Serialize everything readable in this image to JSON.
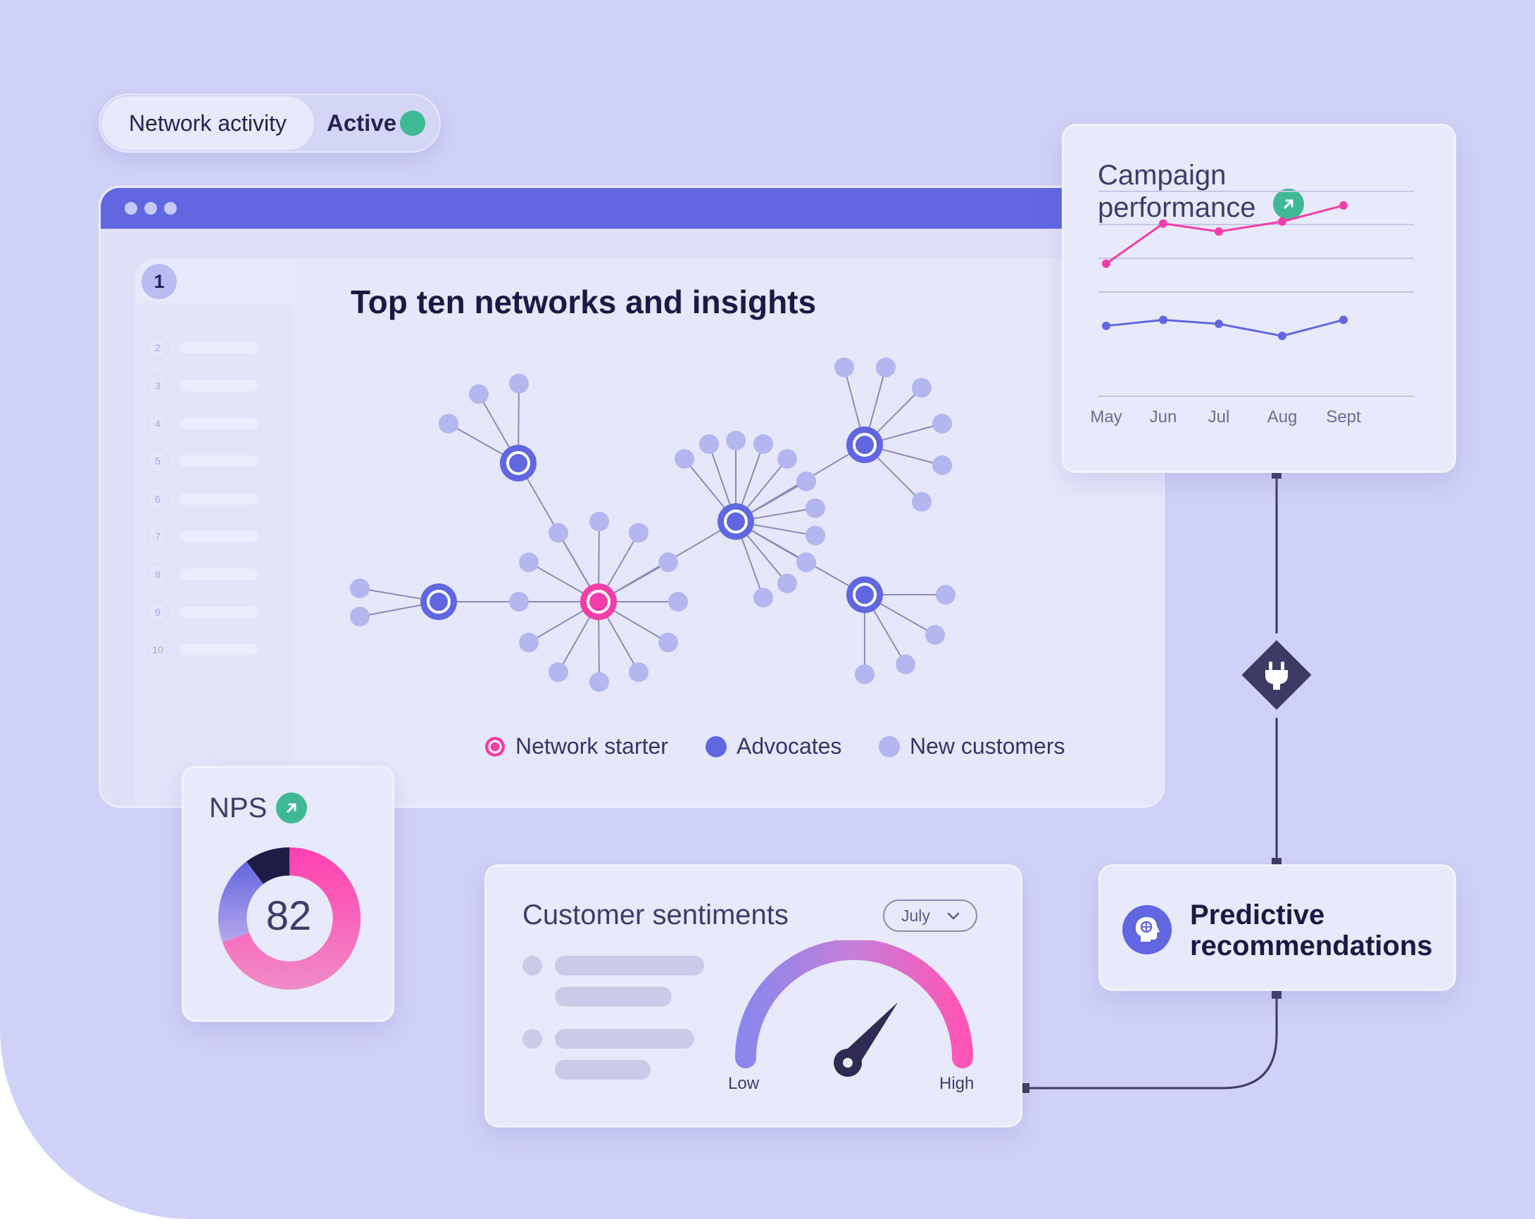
{
  "status_pill": {
    "label": "Network activity",
    "state": "Active",
    "state_color": "#3fba95"
  },
  "window": {
    "title": "Top ten networks and insights",
    "sidebar_items": [
      "1",
      "2",
      "3",
      "4",
      "5",
      "6",
      "7",
      "8",
      "9",
      "10"
    ],
    "legend": [
      {
        "label": "Network starter",
        "color": "#f23ea8"
      },
      {
        "label": "Advocates",
        "color": "#6167e0"
      },
      {
        "label": "New customers",
        "color": "#b4b6f0"
      }
    ]
  },
  "campaign": {
    "title": "Campaign performance",
    "trend_icon": "arrow-up-right-icon"
  },
  "nps": {
    "title": "NPS",
    "value": "82",
    "trend_icon": "arrow-up-right-icon"
  },
  "sentiments": {
    "title": "Customer sentiments",
    "dropdown_value": "July",
    "gauge_low": "Low",
    "gauge_high": "High",
    "gauge_level": 0.72
  },
  "predictive": {
    "line1": "Predictive",
    "line2": "recommendations",
    "icon": "brain-head-icon",
    "connector_icon": "plug-icon"
  },
  "colors": {
    "accent": "#6167e0",
    "pink": "#f23ea8",
    "green": "#3fba95",
    "background": "#d0d1f6"
  },
  "chart_data": {
    "type": "line",
    "title": "Campaign performance",
    "categories": [
      "May",
      "Jun",
      "Jul",
      "Aug",
      "Sept"
    ],
    "series": [
      {
        "values": [
          65,
          85,
          81,
          86,
          94
        ],
        "color": "#f23ea8"
      },
      {
        "values": [
          34,
          37,
          35,
          29,
          37
        ],
        "color": "#6167e0"
      }
    ],
    "ylim": [
      0,
      100
    ],
    "grid": true,
    "xlabel": "",
    "ylabel": ""
  }
}
